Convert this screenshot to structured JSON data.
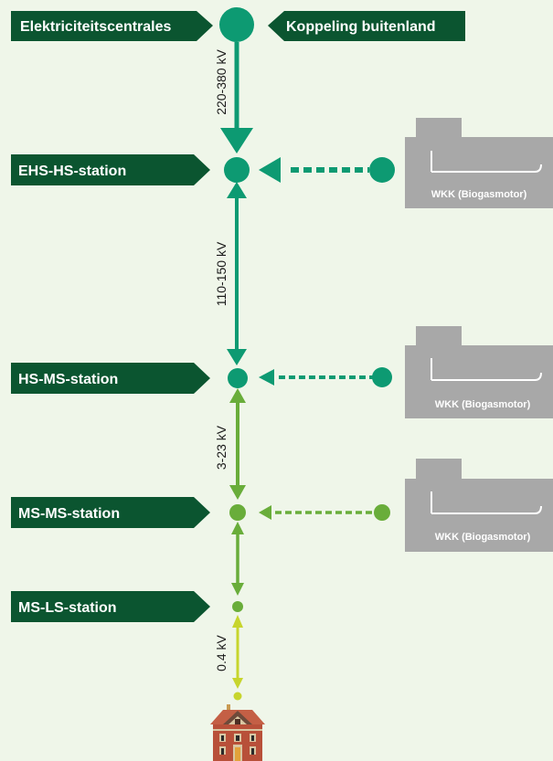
{
  "colors": {
    "background": "#eff6e9",
    "label": "#0b5530",
    "teal": "#0d9a72",
    "green": "#69ad3a",
    "lime": "#c7d52d",
    "wkk": "#a8a8a8"
  },
  "sources": {
    "left": "Elektriciteitscentrales",
    "right": "Koppeling buitenland"
  },
  "stations": [
    "EHS-HS-station",
    "HS-MS-station",
    "MS-MS-station",
    "MS-LS-station"
  ],
  "voltages": [
    "220-380 kV",
    "110-150 kV",
    "3-23 kV",
    "0.4 kV"
  ],
  "wkk": [
    "WKK (Biogasmotor)",
    "WKK (Biogasmotor)",
    "WKK (Biogasmotor)"
  ],
  "icons": {
    "generator": "wkk-generator-icon",
    "house": "house-icon"
  }
}
